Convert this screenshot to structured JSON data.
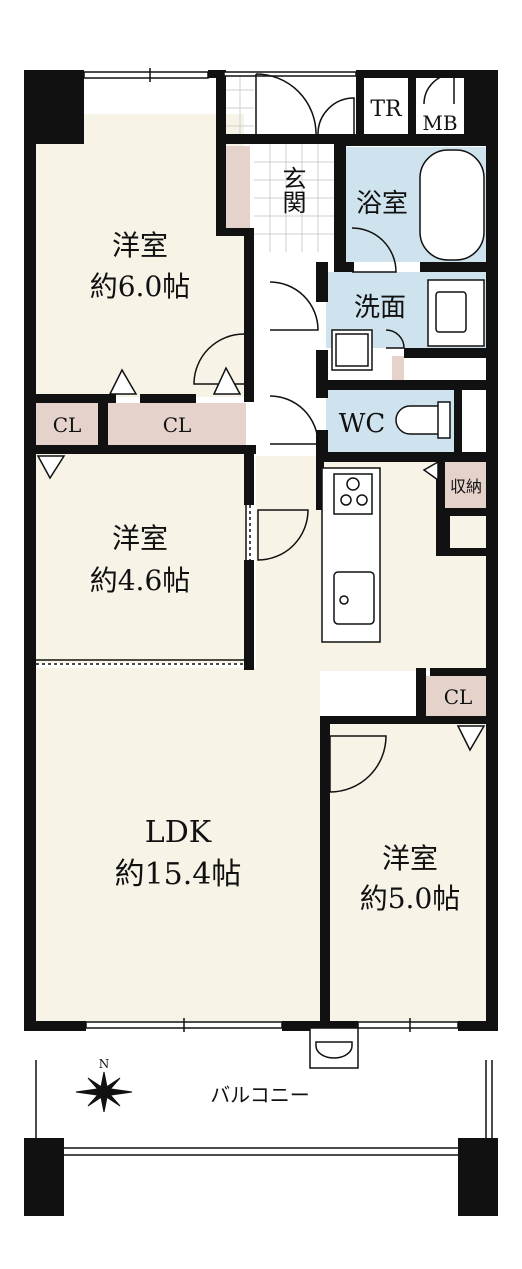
{
  "rooms": {
    "western_a": {
      "name": "洋室",
      "size": "約6.0帖"
    },
    "western_b": {
      "name": "洋室",
      "size": "約4.6帖"
    },
    "western_c": {
      "name": "洋室",
      "size": "約5.0帖"
    },
    "ldk": {
      "name": "LDK",
      "size": "約15.4帖"
    },
    "entrance": "玄関",
    "bath": "浴室",
    "washroom": "洗面",
    "toilet": "WC",
    "storage": "収納",
    "tr": "TR",
    "mb": "MB",
    "closet_a": "CL",
    "closet_b": "CL",
    "closet_c": "CL",
    "balcony": "バルコニー"
  },
  "compass": {
    "north_label": "N"
  },
  "colors": {
    "floor": "#f8f3e7",
    "wet_area": "#cfe3ef",
    "closet": "#e5d3cb",
    "wall": "#111111"
  }
}
